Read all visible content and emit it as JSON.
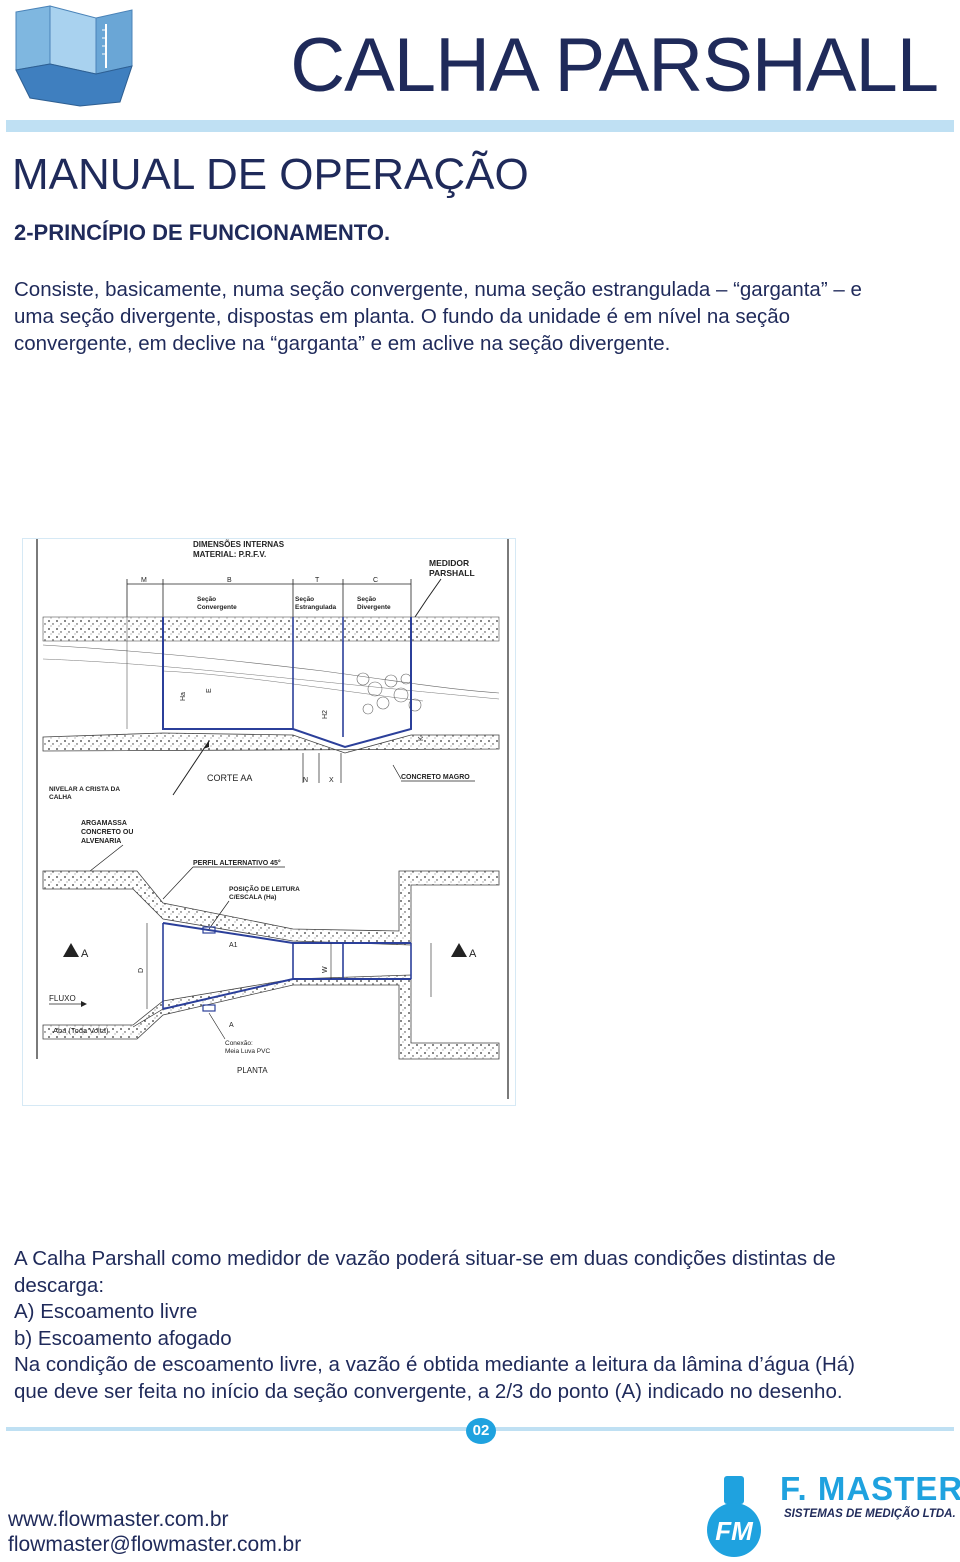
{
  "header": {
    "title": "CALHA PARSHALL",
    "subtitle": "MANUAL DE OPERAÇÃO"
  },
  "section": {
    "heading": "2-PRINCÍPIO DE FUNCIONAMENTO.",
    "intro_lines": [
      "Consiste, basicamente, numa seção convergente, numa seção estrangulada – “garganta” – e",
      "uma seção divergente, dispostas em planta. O fundo da unidade é em nível na seção",
      "convergente, em declive na “garganta” e em aclive na seção divergente."
    ]
  },
  "drawing": {
    "labels": {
      "dimensions": "DIMENSÕES INTERNAS",
      "material": "MATERIAL: P.R.F.V.",
      "meter_line1": "MEDIDOR",
      "meter_line2": "PARSHALL",
      "dim_m": "M",
      "dim_b": "B",
      "dim_t": "T",
      "dim_c": "C",
      "sec_conv_1": "Seção",
      "sec_conv_2": "Convergente",
      "sec_estr_1": "Seção",
      "sec_estr_2": "Estrangulada",
      "sec_div_1": "Seção",
      "sec_div_2": "Divergente",
      "ha": "Ha",
      "e": "E",
      "h2": "H2",
      "k": "K",
      "n": "N",
      "x": "X",
      "cut": "CORTE AA",
      "lean_concrete": "CONCRETO MAGRO",
      "level_1": "NIVELAR A CRISTA DA",
      "level_2": "CALHA",
      "mortar_1": "ARGAMASSA",
      "mortar_2": "CONCRETO OU",
      "mortar_3": "ALVENARIA",
      "profile": "PERFIL ALTERNATIVO 45°",
      "reading_1": "POSIÇÃO DE LEITURA",
      "reading_2": "C/ESCALA (Ha)",
      "a1": "A1",
      "d": "D",
      "w": "W",
      "section_a_left": "A",
      "section_a_right": "A",
      "flow": "FLUXO",
      "flange": "Aba (Toda Volta)",
      "a": "A",
      "conn_1": "Conexão:",
      "conn_2": "Meia Luva PVC",
      "plan": "PLANTA"
    }
  },
  "body": {
    "lines": [
      "A Calha Parshall como medidor de vazão poderá situar-se em duas condições distintas de",
      "descarga:",
      "A) Escoamento livre",
      "b) Escoamento afogado",
      "Na condição de escoamento livre, a vazão é obtida mediante a leitura da lâmina d’água (Há)",
      "que deve ser feita no início da seção convergente, a 2/3 do ponto (A) indicado no desenho."
    ]
  },
  "footer": {
    "page_number": "02",
    "website": "www.flowmaster.com.br",
    "email": "flowmaster@flowmaster.com.br",
    "brand_name": "F. MASTER",
    "brand_tagline": "SISTEMAS DE MEDIÇÃO LTDA.",
    "logo_letters": "FM"
  },
  "colors": {
    "navy": "#1f2a5a",
    "accent_blue": "#1fa2df",
    "light_blue": "#bfe0f3",
    "drawing_line": "#2b3f9a"
  }
}
